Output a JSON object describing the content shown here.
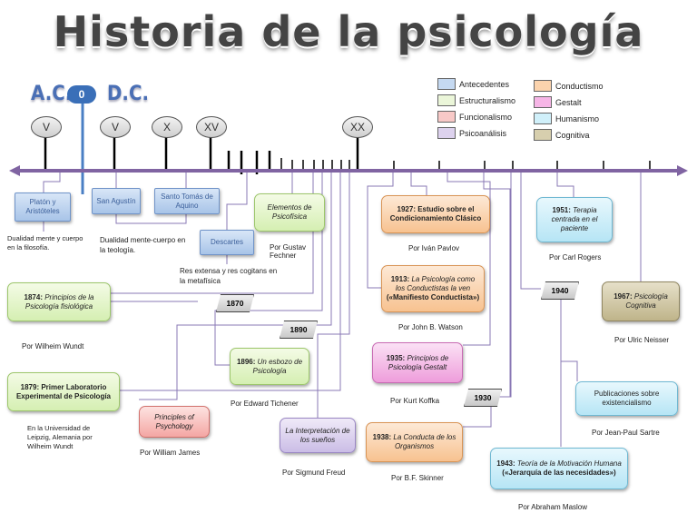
{
  "title": "Historia de la psicología",
  "eras": {
    "ac": "A.C.",
    "zero": "0",
    "dc": "D.C."
  },
  "centuries": {
    "c1": "V",
    "c2": "V",
    "c3": "X",
    "c4": "XV",
    "c5": "XX"
  },
  "legend": {
    "antecedentes": "Antecedentes",
    "estructuralismo": "Estructuralismo",
    "funcionalismo": "Funcionalismo",
    "psicoanalisis": "Psicoanálisis",
    "conductismo": "Conductismo",
    "gestalt": "Gestalt",
    "humanismo": "Humanismo",
    "cognitiva": "Cognitiva"
  },
  "colors": {
    "antecedentes": "#c5d9f1",
    "estructuralismo": "#ebf6d9",
    "funcionalismo": "#f8c9c7",
    "psicoanalisis": "#ddd2ee",
    "conductismo": "#fbd3ad",
    "gestalt": "#f6b5e6",
    "humanismo": "#d0f0fa",
    "cognitiva": "#d7cfae",
    "timeline": "#8064a2"
  },
  "years": {
    "y1870": "1870",
    "y1890": "1890",
    "y1930": "1930",
    "y1940": "1940"
  },
  "events": {
    "platon": "Platón y Aristóteles",
    "platon_note": "Dualidad mente y cuerpo en la filosofía.",
    "agustin": "San Agustín",
    "tomas": "Santo Tomás de Aquino",
    "teologia_note": "Dualidad mente-cuerpo en la teología.",
    "descartes": "Descartes",
    "descartes_note": "Res extensa y res cogitans en la metafísica",
    "fechner_title": "Elementos de Psicofísica",
    "fechner_by": "Por Gustav Fechner",
    "wundt1_year": "1874:",
    "wundt1_title": "Principios de la Psicología fisiológica",
    "wundt1_by": "Por Wilheim Wundt",
    "wundt2_title": "1879: Primer Laboratorio Experimental de Psicología",
    "wundt2_note": "En la Universidad de Leipzig, Alemania por Wilheim Wundt",
    "tichener_year": "1896:",
    "tichener_title": "Un esbozo de Psicología",
    "tichener_by": "Por Edward Tichener",
    "james_title": "Principles of Psychology",
    "james_by": "Por William James",
    "freud_title": "La Interpretación de los sueños",
    "freud_by": "Por Sigmund Freud",
    "pavlov_title": "1927: Estudio sobre el Condicionamiento Clásico",
    "pavlov_by": "Por Iván Pavlov",
    "watson_year": "1913:",
    "watson_title": "La Psicología como los Conductistas la ven",
    "watson_sub": "(«Manifiesto Conductista»)",
    "watson_by": "Por John B. Watson",
    "koffka_year": "1935:",
    "koffka_title": "Principios de Psicología Gestalt",
    "koffka_by": "Por Kurt Koffka",
    "skinner_year": "1938:",
    "skinner_title": "La Conducta de los Organismos",
    "skinner_by": "Por B.F. Skinner",
    "rogers_year": "1951:",
    "rogers_title": "Terapia centrada en el paciente",
    "rogers_by": "Por Carl Rogers",
    "neisser_year": "1967:",
    "neisser_title": "Psicología Cognitiva",
    "neisser_by": "Por Ulric Neisser",
    "sartre_title": "Publicaciones sobre existencialismo",
    "sartre_by": "Por Jean-Paul Sartre",
    "maslow_year": "1943:",
    "maslow_title": "Teoría de la Motivación Humana",
    "maslow_sub": "(«Jerarquía de las necesidades»)",
    "maslow_by": "Por Abraham Maslow"
  }
}
